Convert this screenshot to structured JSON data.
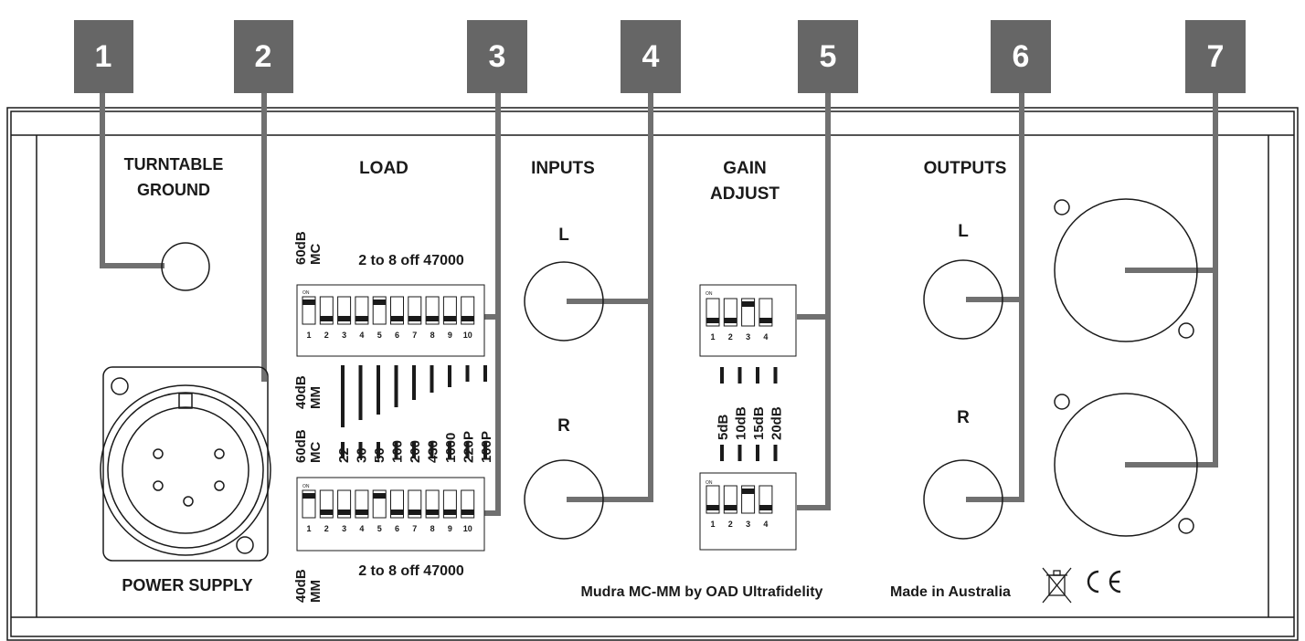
{
  "colors": {
    "badge": "#666666",
    "leader": "#707070",
    "outline": "#1a1a1a",
    "switch_on": "#1a1a1a"
  },
  "badges": [
    "1",
    "2",
    "3",
    "4",
    "5",
    "6",
    "7"
  ],
  "labels": {
    "turntable_ground_1": "TURNTABLE",
    "turntable_ground_2": "GROUND",
    "power_supply": "POWER SUPPLY",
    "load": "LOAD",
    "inputs": "INPUTS",
    "gain_adjust_1": "GAIN",
    "gain_adjust_2": "ADJUST",
    "outputs": "OUTPUTS",
    "input_left": "L",
    "input_right": "R",
    "output_left": "L",
    "output_right": "R",
    "brand": "Mudra MC-MM by OAD Ultrafidelity",
    "made_in": "Made in Australia",
    "ce_mark": "CE"
  },
  "load_section": {
    "top_mode": "60dB\nMC",
    "top_note": "2 to 8 off 47000",
    "mid_mode_mm": "40dB\nMM",
    "mid_mode_mc": "60dB\nMC",
    "bottom_mode": "40dB\nMM",
    "bottom_note": "2 to 8 off 47000",
    "values": [
      "22",
      "30",
      "50",
      "100",
      "200",
      "430",
      "1000",
      "220P",
      "100P"
    ],
    "switch_numbers": [
      "1",
      "2",
      "3",
      "4",
      "5",
      "6",
      "7",
      "8",
      "9",
      "10"
    ],
    "on_label": "ON",
    "top_switch_states": [
      true,
      false,
      false,
      false,
      true,
      false,
      false,
      false,
      false,
      false
    ],
    "bottom_switch_states": [
      true,
      false,
      false,
      false,
      true,
      false,
      false,
      false,
      false,
      false
    ]
  },
  "gain_section": {
    "values": [
      "5dB",
      "10dB",
      "15dB",
      "20dB"
    ],
    "switch_numbers": [
      "1",
      "2",
      "3",
      "4"
    ],
    "on_label": "ON",
    "top_switch_states": [
      false,
      false,
      true,
      false
    ],
    "bottom_switch_states": [
      false,
      false,
      true,
      false
    ]
  },
  "icons": [
    "weee-bin-icon",
    "ce-mark"
  ]
}
